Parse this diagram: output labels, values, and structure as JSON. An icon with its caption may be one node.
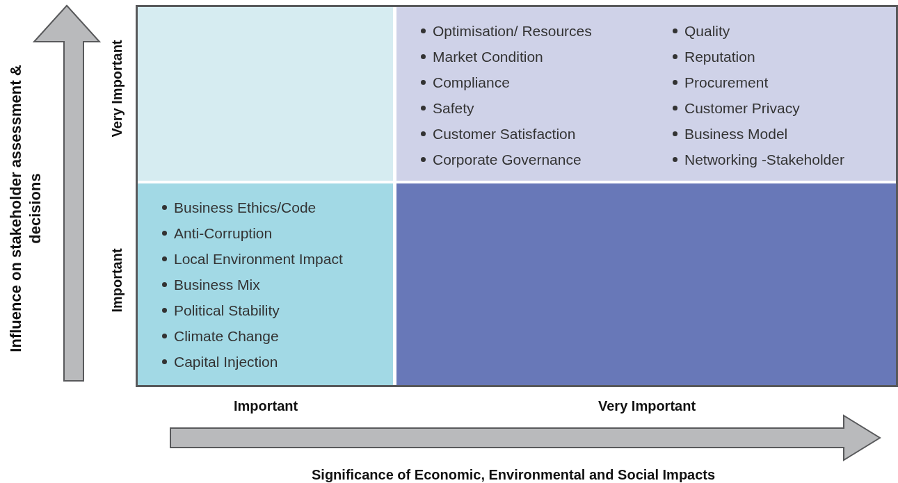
{
  "diagram": {
    "nodes": [
      {
        "text": [],
        "shape": "box"
      },
      {
        "text": [
          "Optimisation/ Resources",
          "Market Condition",
          "Compliance",
          "Safety",
          "Customer Satisfaction",
          "Corporate Governance",
          "Quality",
          "Reputation",
          "Procurement",
          "Customer Privacy",
          "Business Model",
          "Networking -Stakeholder"
        ]
      },
      {
        "text": [
          "Business Ethics/Code",
          "Anti-Corruption",
          "Local Environment Impact",
          "Business Mix",
          "Political Stability",
          "Climate Change",
          "Capital Injection"
        ]
      },
      {
        "text": [],
        "shape": "box"
      }
    ],
    "edges": [],
    "labels": [
      "Influence on stakeholder assessment & decisions",
      "Very Important",
      "Important",
      "Important",
      "Very Important",
      "Significance of Economic, Environmental and Social Impacts"
    ]
  }
}
